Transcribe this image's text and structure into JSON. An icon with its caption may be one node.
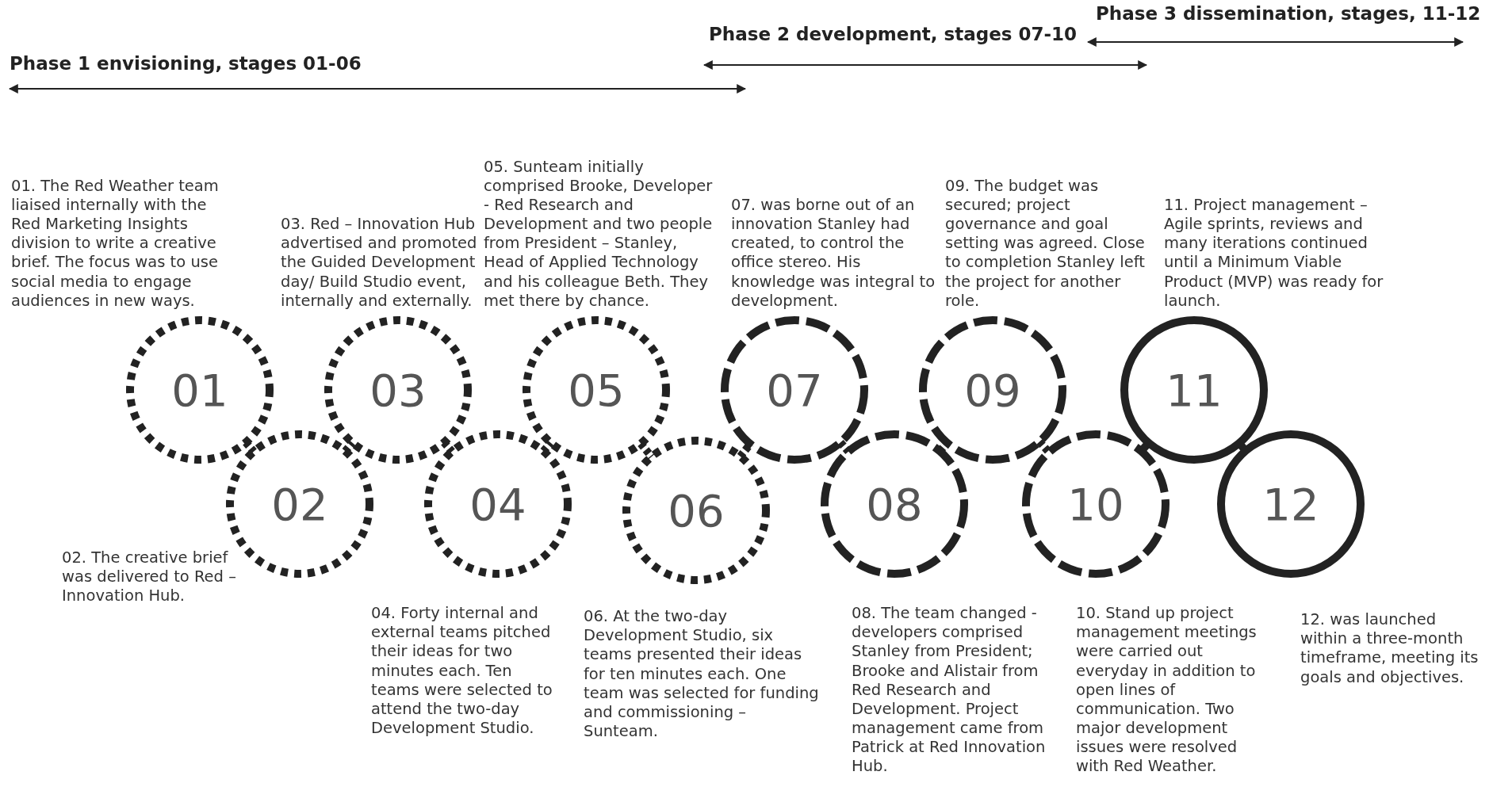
{
  "diagram": {
    "nodes": [
      {
        "text": [
          "01"
        ],
        "beside": [
          "01. The Red Weather team liaised internally with the Red Marketing Insights division to write a creative brief. The focus was to use social media to engage audiences in new ways."
        ]
      },
      {
        "text": [
          "02"
        ],
        "beside": [
          "02. The creative brief was delivered to Red – Innovation Hub."
        ]
      },
      {
        "text": [
          "03"
        ],
        "beside": [
          "03. Red – Innovation Hub advertised and promoted the Guided Development day/ Build Studio event, internally and externally."
        ]
      },
      {
        "text": [
          "04"
        ],
        "beside": [
          "04. Forty internal and external teams pitched their ideas for two minutes each. Ten teams were selected to attend the two-day Development Studio."
        ]
      },
      {
        "text": [
          "05"
        ],
        "beside": [
          "05. Sunteam initially comprised Brooke, Developer - Red Research and Development and two people from President – Stanley, Head of Applied Technology and his colleague Beth. They met there by chance."
        ]
      },
      {
        "text": [
          "06"
        ],
        "beside": [
          "06. At the two-day Development Studio, six teams presented their ideas for ten minutes each. One team was selected for funding and commissioning – Sunteam."
        ]
      },
      {
        "text": [
          "07"
        ],
        "beside": [
          "07. was borne out of an innovation Stanley had created, to control the office stereo. His knowledge was integral to development."
        ]
      },
      {
        "text": [
          "08"
        ],
        "beside": [
          "08. The team changed - developers comprised Stanley from President; Brooke and Alistair from Red Research and Development. Project management came from Patrick at Red Innovation Hub."
        ]
      },
      {
        "text": [
          "09"
        ],
        "beside": [
          "09. The budget was secured; project governance and goal setting was agreed. Close to completion Stanley left the project for another role."
        ]
      },
      {
        "text": [
          "10"
        ],
        "beside": [
          "10. Stand up project management meetings were carried out everyday in addition to open lines of communication. Two major development issues were resolved with Red Weather."
        ]
      },
      {
        "text": [
          "11"
        ],
        "beside": [
          "11. Project management – Agile sprints, reviews and many iterations continued until a Minimum Viable Product (MVP) was ready for launch."
        ]
      },
      {
        "text": [
          "12"
        ],
        "beside": [
          "12. was launched within a three-month timeframe, meeting its goals and objectives."
        ]
      }
    ],
    "edges": [
      {
        "from": 0,
        "to": 1,
        "arrow": "none",
        "style": "dashed"
      },
      {
        "from": 1,
        "to": 2,
        "arrow": "none",
        "style": "dashed"
      },
      {
        "from": 2,
        "to": 3,
        "arrow": "none",
        "style": "dashed"
      },
      {
        "from": 3,
        "to": 4,
        "arrow": "none",
        "style": "dashed"
      },
      {
        "from": 4,
        "to": 5,
        "arrow": "none",
        "style": "dashed"
      },
      {
        "from": 5,
        "to": 6,
        "arrow": "none",
        "style": "dashed"
      },
      {
        "from": 6,
        "to": 7,
        "arrow": "none",
        "style": "dashed"
      },
      {
        "from": 7,
        "to": 8,
        "arrow": "none",
        "style": "dashed"
      },
      {
        "from": 8,
        "to": 9,
        "arrow": "none",
        "style": "dashed"
      },
      {
        "from": 9,
        "to": 10,
        "arrow": "none"
      },
      {
        "from": 10,
        "to": 11,
        "arrow": "none"
      }
    ],
    "labels": [
      "Phase 3 dissemination, stages, 11-12",
      "Phase 2 development, stages 07-10",
      "Phase 1 envisioning, stages 01-06"
    ]
  }
}
